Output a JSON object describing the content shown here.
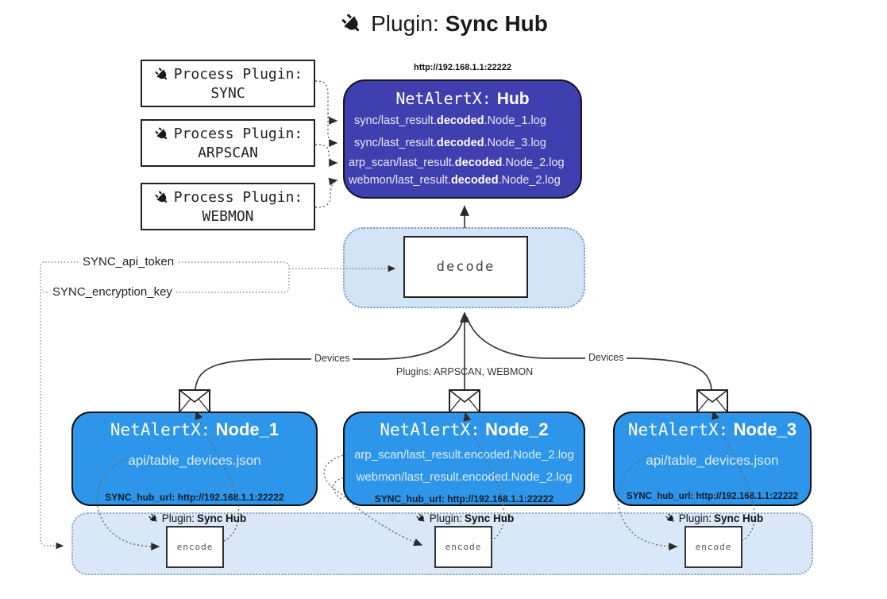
{
  "title": {
    "prefix": "Plugin:",
    "name": "Sync Hub"
  },
  "hub": {
    "url": "http://192.168.1.1:22222",
    "app": "NetAlertX:",
    "name": "Hub",
    "entries": [
      {
        "pre": "sync/last_result.",
        "bold": "decoded",
        "post": ".Node_1.log"
      },
      {
        "pre": "sync/last_result.",
        "bold": "decoded",
        "post": ".Node_3.log"
      },
      {
        "pre": "arp_scan/last_result.",
        "bold": "decoded",
        "post": ".Node_2.log"
      },
      {
        "pre": "webmon/last_result.",
        "bold": "decoded",
        "post": ".Node_2.log"
      }
    ]
  },
  "process_plugins": [
    {
      "label": "Process Plugin:",
      "name": "SYNC"
    },
    {
      "label": "Process Plugin:",
      "name": "ARPSCAN"
    },
    {
      "label": "Process Plugin:",
      "name": "WEBMON"
    }
  ],
  "settings": {
    "api_token": "SYNC_api_token",
    "encryption_key": "SYNC_encryption_key"
  },
  "decode_label": "decode",
  "edge_labels": {
    "devices_left": "Devices",
    "plugins_center": "Plugins: ARPSCAN, WEBMON",
    "devices_right": "Devices"
  },
  "nodes": [
    {
      "app": "NetAlertX:",
      "name": "Node_1",
      "files": [
        "api/table_devices.json"
      ],
      "hub_url": "SYNC_hub_url: http://192.168.1.1:22222"
    },
    {
      "app": "NetAlertX:",
      "name": "Node_2",
      "files": [
        "arp_scan/last_result.encoded.Node_2.log",
        "webmon/last_result.encoded.Node_2.log"
      ],
      "hub_url": "SYNC_hub_url: http://192.168.1.1:22222"
    },
    {
      "app": "NetAlertX:",
      "name": "Node_3",
      "files": [
        "api/table_devices.json"
      ],
      "hub_url": "SYNC_hub_url: http://192.168.1.1:22222"
    }
  ],
  "encoders": [
    {
      "plugin_prefix": "Plugin:",
      "plugin_name": "Sync Hub",
      "box": "encode"
    },
    {
      "plugin_prefix": "Plugin:",
      "plugin_name": "Sync Hub",
      "box": "encode"
    },
    {
      "plugin_prefix": "Plugin:",
      "plugin_name": "Sync Hub",
      "box": "encode"
    }
  ],
  "colors": {
    "hub_fill": "#3f3fb0",
    "node_fill": "#2e96ea",
    "panel_fill": "#d8e8f8",
    "decode_panel_fill": "#d2e4f6",
    "wire": "#3a3a3a"
  }
}
